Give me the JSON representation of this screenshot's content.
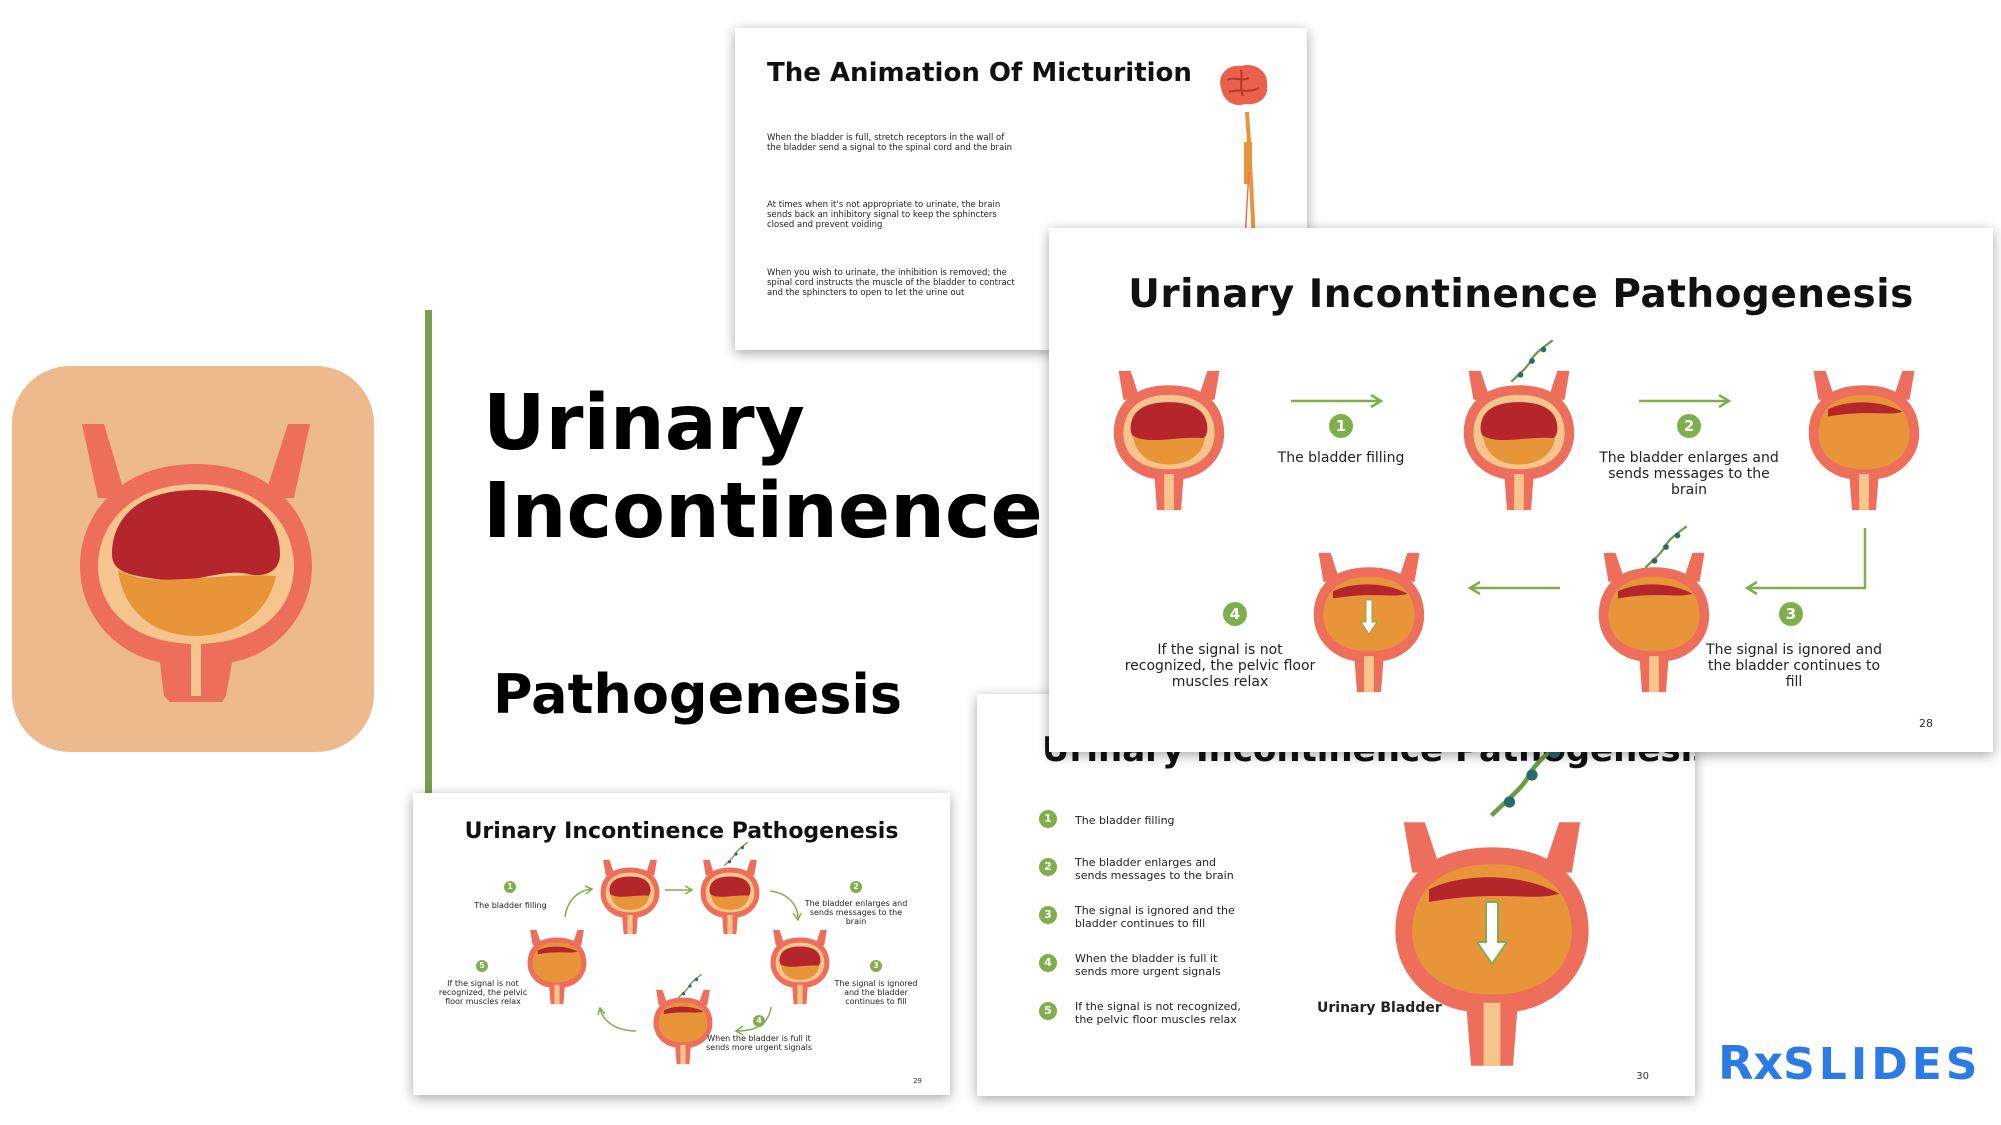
{
  "cover": {
    "title": "Urinary Incontinence",
    "subtitle": "Pathogenesis",
    "brand_rx": "Rx",
    "brand_name": "SLIDES"
  },
  "colors": {
    "icon_bg": "#edba8d",
    "bladder_wall": "#ed6e5a",
    "bladder_inner": "#f6c58e",
    "blood": "#b5262c",
    "urine": "#e8953a",
    "accent_green": "#7fae4b",
    "brand_blue": "#2c7be5"
  },
  "slide_micturition": {
    "title": "The Animation Of Micturition",
    "paragraphs": [
      "When the bladder is full, stretch receptors in the wall of the bladder send a signal to the spinal cord and the brain",
      "At times when it's not appropriate to urinate, the brain sends back an inhibitory signal to keep the sphincters closed and prevent voiding",
      "When you wish to urinate, the inhibition is removed; the spinal cord instructs the muscle of the bladder to contract and the sphincters to open to let the urine out"
    ],
    "icons": [
      "brain-icon",
      "spinal-cord-icon"
    ]
  },
  "slide_pathogenesis_28": {
    "title": "Urinary Incontinence Pathogenesis",
    "steps": [
      {
        "num": "1",
        "text": "The bladder filling"
      },
      {
        "num": "2",
        "text": "The bladder enlarges and sends messages to the brain"
      },
      {
        "num": "3",
        "text": "The signal is ignored and the bladder continues to fill"
      },
      {
        "num": "4",
        "text": "If the signal is not recognized, the pelvic floor muscles relax"
      }
    ],
    "page_number": "28"
  },
  "slide_pathogenesis_29": {
    "title": "Urinary Incontinence Pathogenesis",
    "steps": [
      {
        "num": "1",
        "text": "The bladder filling"
      },
      {
        "num": "2",
        "text": "The bladder enlarges and sends messages to the brain"
      },
      {
        "num": "3",
        "text": "The signal is ignored and the bladder continues to fill"
      },
      {
        "num": "4",
        "text": "When the bladder is full it sends more urgent signals"
      },
      {
        "num": "5",
        "text": "If the signal is not recognized, the pelvic floor muscles relax"
      }
    ],
    "page_number": "29"
  },
  "slide_pathogenesis_30": {
    "title": "Urinary Incontinence Pathogenesis",
    "items": [
      {
        "num": "1",
        "text": "The bladder filling"
      },
      {
        "num": "2",
        "text": "The bladder enlarges and sends messages to the brain"
      },
      {
        "num": "3",
        "text": "The signal is ignored and the bladder continues to fill"
      },
      {
        "num": "4",
        "text": "When the bladder is full it sends more urgent signals"
      },
      {
        "num": "5",
        "text": "If the signal is not recognized, the pelvic floor muscles relax"
      }
    ],
    "diagram_label": "Urinary Bladder",
    "page_number": "30"
  }
}
